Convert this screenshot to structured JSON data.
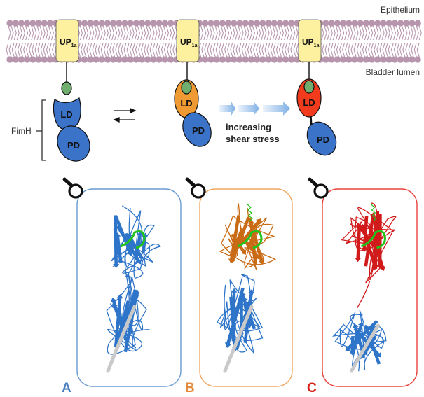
{
  "labels": {
    "epithelium": "Epithelium",
    "lumen": "Bladder lumen",
    "receptor_main": "UP",
    "receptor_sub": "1a",
    "fimh": "FimH",
    "lectin_domain": "LD",
    "pilin_domain": "PD",
    "shear_line1": "increasing",
    "shear_line2": "shear stress"
  },
  "states": [
    {
      "panel_letter": "A",
      "ld_color": "#3b73c9",
      "panel_color": "#6a9bd1",
      "letter_color": "#4a7fc0"
    },
    {
      "panel_letter": "B",
      "ld_color": "#ef9a33",
      "panel_color": "#f0a860",
      "letter_color": "#e58a3c"
    },
    {
      "panel_letter": "C",
      "ld_color": "#f23a1c",
      "panel_color": "#e8453c",
      "letter_color": "#d6201a"
    }
  ],
  "colors": {
    "membrane": "#b695ad",
    "receptor_fill": "#fdf1a0",
    "mannose": "#6fae6f",
    "pd_fill": "#3b73c9",
    "shear_arrow": "#7fb0e6",
    "loop_green": "#22c41c",
    "gray_strand": "#c9c9c9",
    "blue_ribbon": "#2e75c9",
    "orange_ribbon": "#c96a14",
    "red_ribbon": "#d11a1a"
  }
}
